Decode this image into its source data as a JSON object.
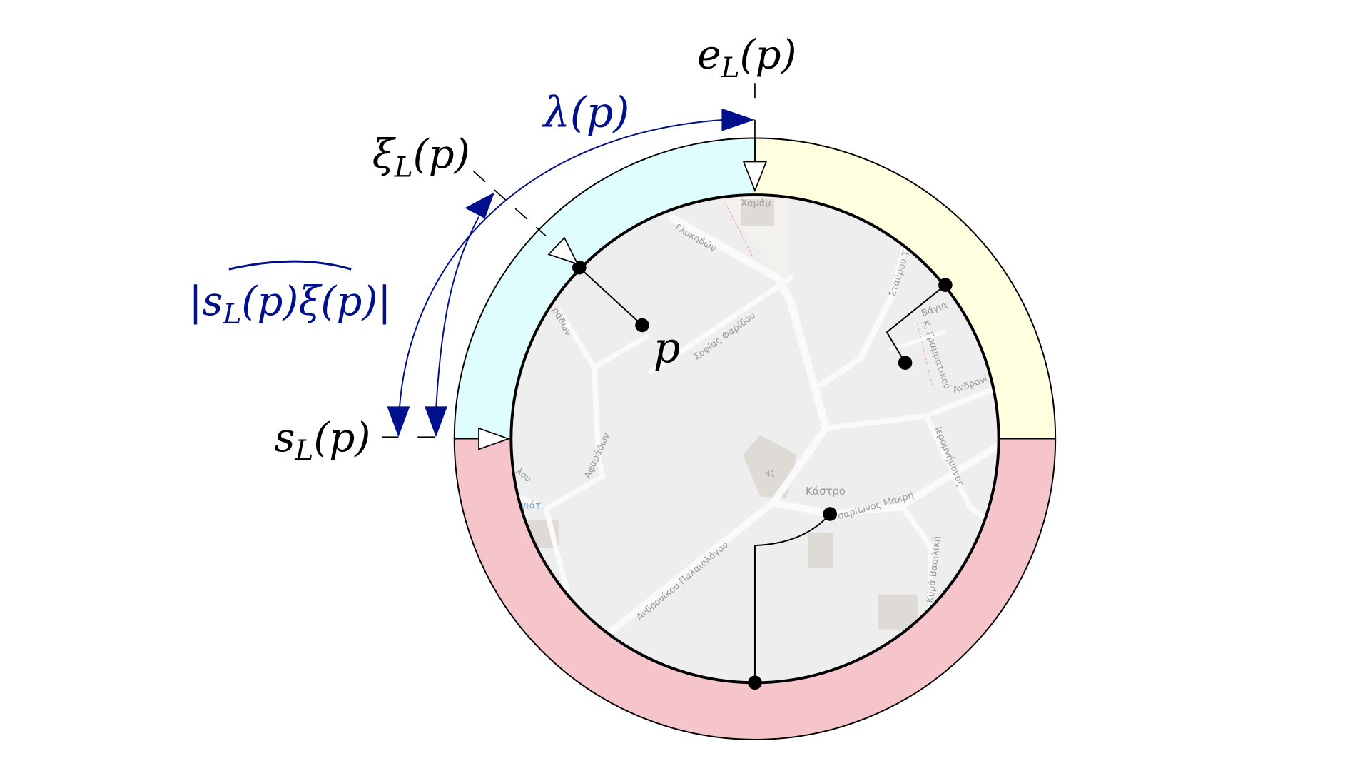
{
  "colors": {
    "quadrant_top_left": "#e0fdfd",
    "quadrant_top_right": "#ffffe0",
    "lower_half": "#f6c5cb",
    "map_background": "#eeeeee",
    "annotation_blue": "#000f8c",
    "outline": "#000000"
  },
  "labels": {
    "end": {
      "base": "e",
      "sub": "L",
      "arg": "(p)"
    },
    "lambda": {
      "text": "λ(p)"
    },
    "xi": {
      "base": "ξ",
      "sub": "L",
      "arg": "(p)"
    },
    "arc_length": {
      "pre": "|s",
      "sub": "L",
      "post": "(p)ξ(p)|"
    },
    "start": {
      "base": "s",
      "sub": "L",
      "arg": "(p)"
    },
    "point": {
      "text": "p"
    }
  },
  "map_labels": {
    "hamam": "Χαμάμ",
    "glykidon": "Γλυκηδών",
    "sofias": "Σοφίας Φαρίδου",
    "stavrou": "Σταύρου Τ",
    "vagia": "Βάγια",
    "grammatikou": "Κ. Γραμματικού",
    "androni": "Ανδρονί",
    "ieromnimonos": "Ιερομνήμονος",
    "kastro": "Κάστρο",
    "num41": "41",
    "makri": "σαρίωνος Μακρή",
    "palaiologou": "Ανδρονίκου Παλαιολόγου",
    "apsaradon": "Αψαράδων",
    "radon": "ράδων",
    "lou": "λου",
    "giati": "γιάτι",
    "vasiliki": "Κυρά Βασιλική"
  }
}
